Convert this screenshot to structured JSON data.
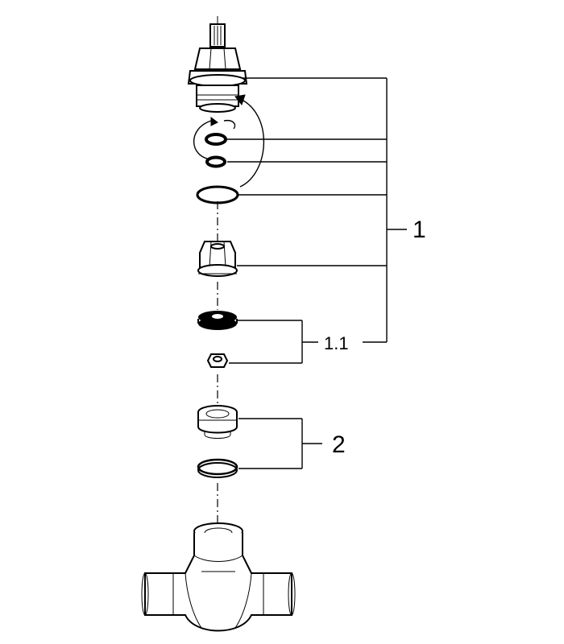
{
  "labels": {
    "assembly_1": "1",
    "sub_1_1": "1.1",
    "assembly_2": "2"
  },
  "colors": {
    "line": "#000000",
    "background": "#ffffff"
  }
}
